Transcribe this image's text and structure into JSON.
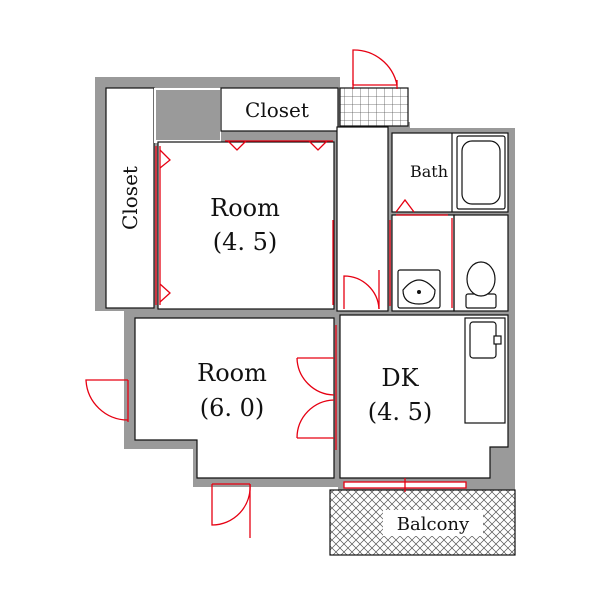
{
  "floor_plan": {
    "rooms": {
      "closet_top": "Closet",
      "closet_left": "Closet",
      "bath": "Bath",
      "room_upper": {
        "name": "Room",
        "size": "(4. 5)"
      },
      "room_lower": {
        "name": "Room",
        "size": "(6. 0)"
      },
      "dk": {
        "name": "DK",
        "size": "(4. 5)"
      },
      "balcony": "Balcony"
    },
    "colors": {
      "wall": "#9a9a9a",
      "door": "#e60012",
      "line": "#111111",
      "background": "#ffffff"
    }
  }
}
